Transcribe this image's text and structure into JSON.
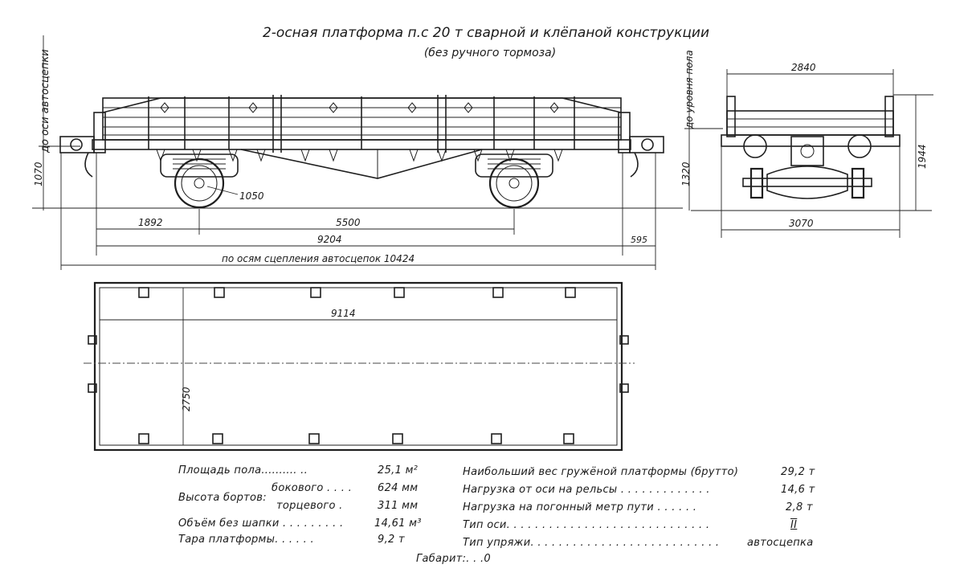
{
  "title": "2-осная платформа п.с 20 т сварной и клёпаной конструкции",
  "subtitle": "(без ручного тормоза)",
  "side_view": {
    "label_axis_coupler": "до оси автосцепки",
    "dim_height_coupler": "1070",
    "dim_wheel": "1050",
    "dim_overhang": "1892",
    "dim_base": "5500",
    "dim_frame_length": "9204",
    "dim_end": "595",
    "dim_total_label": "по осям сцепления автосцепок 10424"
  },
  "end_view": {
    "label_floor_level": "до уровня пола",
    "dim_top_width": "2840",
    "dim_floor_height": "1320",
    "dim_total_height": "1944",
    "dim_bottom_width": "3070"
  },
  "plan_view": {
    "dim_length": "9114",
    "dim_width": "2750"
  },
  "specs_left": [
    {
      "label": "Площадь пола",
      "dots": "..........   ..",
      "value": "25,1 м²"
    },
    {
      "label": "Высота бортов:",
      "sub1": "бокового",
      "dots1": ". . . .",
      "value1": "624 мм",
      "sub2": "торцевого",
      "dots2": ".",
      "value2": "311 мм"
    },
    {
      "label": "Объём без шапки",
      "dots": ". . . . . .   . . .",
      "value": "14,61 м³"
    },
    {
      "label": "Тара платформы",
      "dots": ".   . . . . .",
      "value": "9,2 т"
    }
  ],
  "specs_right": [
    {
      "label": "Наибольший вес гружёной платформы (брутто)",
      "value": "29,2 т"
    },
    {
      "label": "Нагрузка от оси на рельсы",
      "dots": ". . . . . . . . . . . . .",
      "value": "14,6 т"
    },
    {
      "label": "Нагрузка на погонный метр пути",
      "dots": ". . . . . .",
      "value": "2,8 т"
    },
    {
      "label": "Тип оси",
      "dots": ". . . . . . . . . . . . . . . . . . . . . . . . . . . . .",
      "value": "II"
    },
    {
      "label": "Тип упряжи",
      "dots": ". . . . . . . . . . . . . . . . . . . . . . . . . . .",
      "value": "автосцепка"
    }
  ],
  "gauge": {
    "label": "Габарит:",
    "dots": ". . .",
    "value": "0"
  }
}
